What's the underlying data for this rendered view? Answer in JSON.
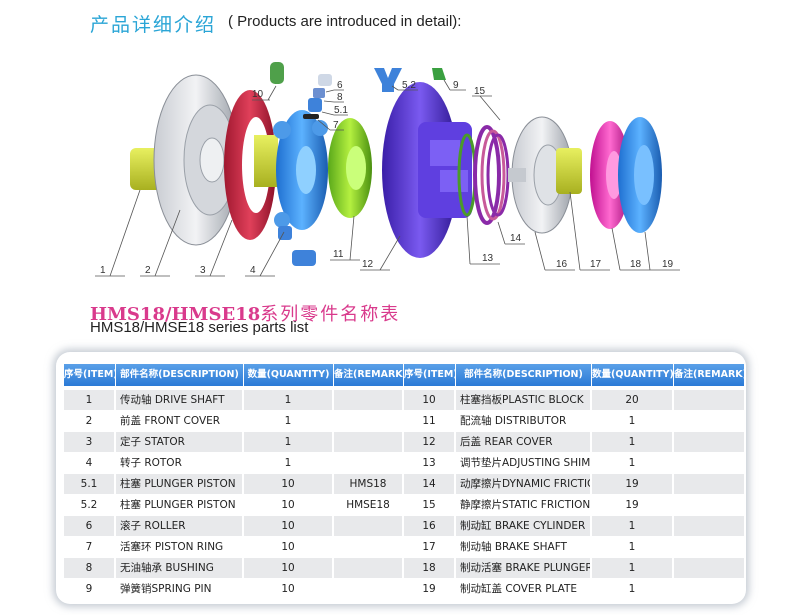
{
  "heading": {
    "cn": "产品详细介绍",
    "en": "( Products are introduced in detail):"
  },
  "diagram": {
    "callouts": [
      "1",
      "2",
      "3",
      "4",
      "10",
      "6",
      "8",
      "5.1",
      "7",
      "11",
      "12",
      "5.2",
      "9",
      "15",
      "14",
      "13",
      "16",
      "17",
      "18",
      "19"
    ]
  },
  "parts_list": {
    "title_cn_latin": "HMS18/HMSE18",
    "title_cn_suffix": "系列零件名称表",
    "title_en": "HMS18/HMSE18 series parts list",
    "headers": [
      "序号(ITEM)",
      "部件名称(DESCRIPTION)",
      "数量(QUANTITY)",
      "备注(REMARK)",
      "序号(ITEM)",
      "部件名称(DESCRIPTION)",
      "数量(QUANTITY)",
      "备注(REMARK)"
    ],
    "rows": [
      [
        "1",
        "传动轴 DRIVE SHAFT",
        "1",
        "",
        "10",
        "柱塞挡板PLASTIC BLOCK",
        "20",
        ""
      ],
      [
        "2",
        "前盖 FRONT COVER",
        "1",
        "",
        "11",
        "配流轴 DISTRIBUTOR",
        "1",
        ""
      ],
      [
        "3",
        "定子 STATOR",
        "1",
        "",
        "12",
        "后盖 REAR COVER",
        "1",
        ""
      ],
      [
        "4",
        "转子 ROTOR",
        "1",
        "",
        "13",
        "调节垫片ADJUSTING SHIM",
        "1",
        ""
      ],
      [
        "5.1",
        "柱塞 PLUNGER PISTON",
        "10",
        "HMS18",
        "14",
        "动摩擦片DYNAMIC FRICTION",
        "19",
        ""
      ],
      [
        "5.2",
        "柱塞 PLUNGER PISTON",
        "10",
        "HMSE18",
        "15",
        "静摩擦片STATIC FRICTION",
        "19",
        ""
      ],
      [
        "6",
        "滚子 ROLLER",
        "10",
        "",
        "16",
        "制动缸 BRAKE CYLINDER",
        "1",
        ""
      ],
      [
        "7",
        "活塞环 PISTON RING",
        "10",
        "",
        "17",
        "制动轴 BRAKE SHAFT",
        "1",
        ""
      ],
      [
        "8",
        "无油轴承 BUSHING",
        "10",
        "",
        "18",
        "制动活塞 BRAKE PLUNGER",
        "1",
        ""
      ],
      [
        "9",
        "弹簧销SPRING PIN",
        "10",
        "",
        "19",
        "制动缸盖 COVER PLATE",
        "1",
        ""
      ]
    ]
  },
  "colors": {
    "heading_cn": "#2aa5d6",
    "title_cn": "#d93a8c",
    "header_bg": "#2b7ad6",
    "row_alt": "#e8e9eb"
  }
}
